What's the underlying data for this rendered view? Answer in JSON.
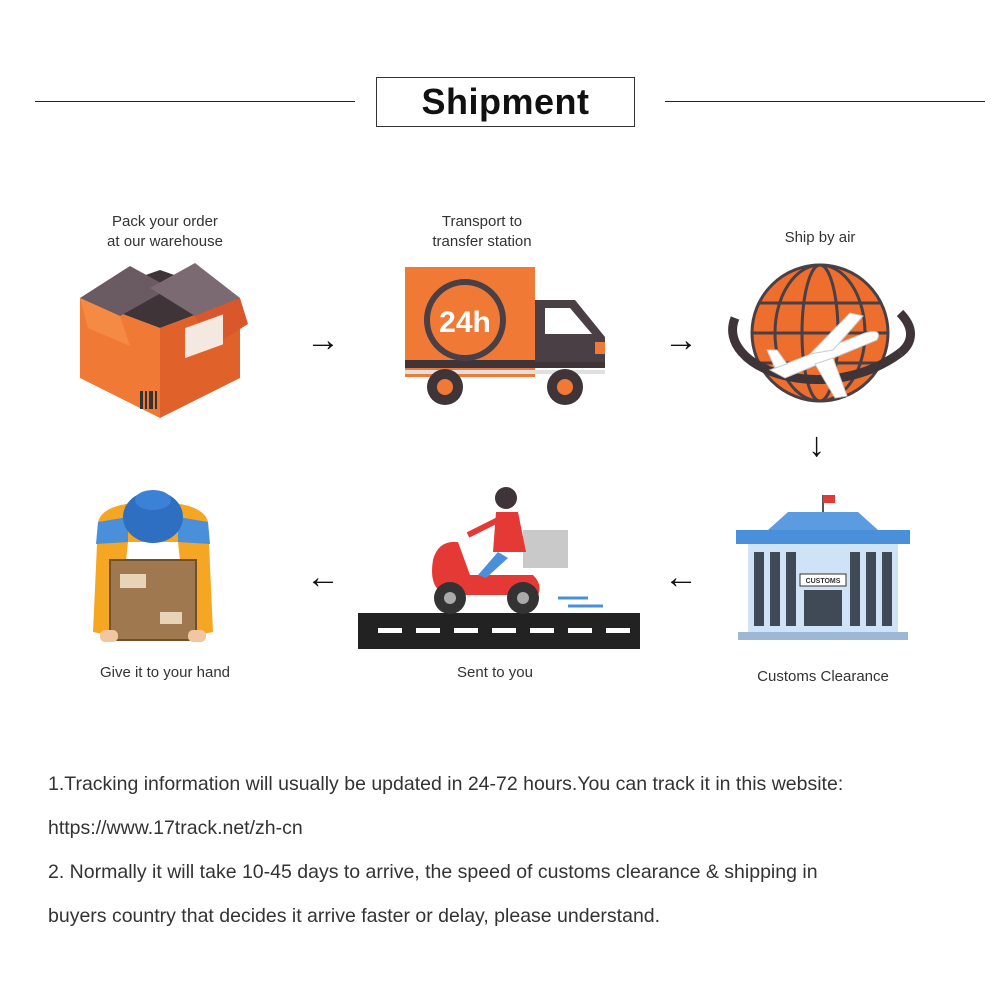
{
  "title": "Shipment",
  "steps": [
    {
      "label_line1": "Pack your order",
      "label_line2": "at our warehouse",
      "icon": "box-icon"
    },
    {
      "label_line1": "Transport to",
      "label_line2": "transfer station",
      "icon": "truck-icon",
      "badge": "24h"
    },
    {
      "label_line1": "Ship by air",
      "icon": "globe-plane-icon"
    },
    {
      "label_line1": "Customs Clearance",
      "icon": "customs-building-icon",
      "sign": "CUSTOMS"
    },
    {
      "label_line1": "Sent to you",
      "icon": "scooter-courier-icon"
    },
    {
      "label_line1": "Give it to your hand",
      "icon": "delivery-person-icon"
    }
  ],
  "arrows": {
    "right": "→",
    "down": "↓",
    "left": "←"
  },
  "notes": {
    "line1": "1.Tracking information will usually be updated in 24-72 hours.You can track it in this website:",
    "line2": "https://www.17track.net/zh-cn",
    "line3": "2. Normally it will take 10-45 days to arrive, the speed of customs clearance & shipping in",
    "line4": "buyers country that decides it arrive faster or delay, please understand."
  },
  "colors": {
    "orange": "#EE6F2D",
    "dark": "#4A3F45",
    "blue": "#4A8FD9",
    "red": "#E53935"
  }
}
